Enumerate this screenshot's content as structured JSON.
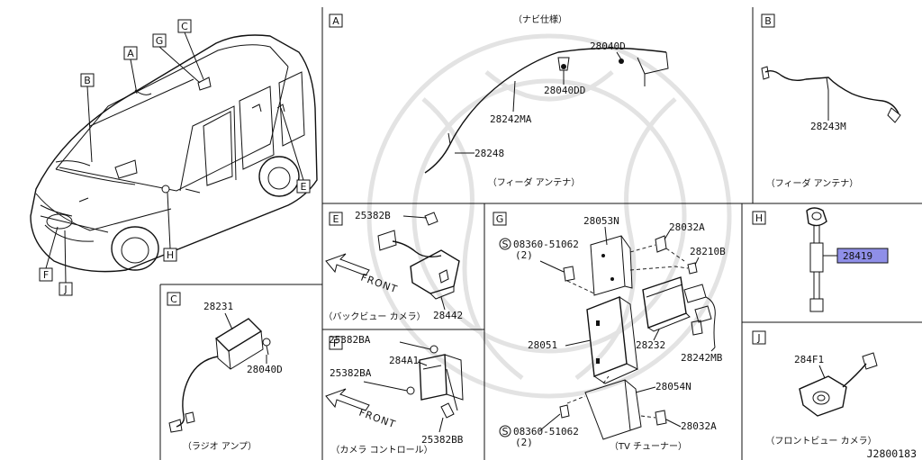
{
  "diagram_id": "J2800183",
  "overview": {
    "callouts": [
      "A",
      "B",
      "C",
      "E",
      "F",
      "G",
      "H",
      "J"
    ]
  },
  "panels": {
    "A": {
      "tag": "A",
      "note": "（ナビ仕様）",
      "caption": "（フィーダ アンテナ）",
      "parts": [
        "28040D",
        "28040DD",
        "28242MA",
        "28248"
      ]
    },
    "B": {
      "tag": "B",
      "caption": "（フィーダ アンテナ）",
      "parts": [
        "28243M"
      ]
    },
    "C": {
      "tag": "C",
      "caption": "（ラジオ アンプ）",
      "parts": [
        "28231",
        "28040D"
      ]
    },
    "E": {
      "tag": "E",
      "caption": "（バックビュー カメラ）",
      "front_label": "FRONT",
      "parts": [
        "25382B",
        "28442"
      ]
    },
    "F": {
      "tag": "F",
      "caption": "（カメラ コントロール）",
      "front_label": "FRONT",
      "parts": [
        "25382BA",
        "284A1",
        "25382BA",
        "25382BB"
      ]
    },
    "G": {
      "tag": "G",
      "caption": "（TV チューナー）",
      "parts": [
        "28053N",
        "28032A",
        "08360-51062",
        "(2)",
        "28210B",
        "28051",
        "28232",
        "28242MB",
        "28054N",
        "08360-51062",
        "(2)",
        "28032A"
      ],
      "circle_s": "S"
    },
    "H": {
      "tag": "H",
      "parts": [
        "28419"
      ],
      "highlight_part": "28419",
      "highlight_color": "#8f8fe8"
    },
    "J": {
      "tag": "J",
      "caption": "（フロントビュー カメラ）",
      "parts": [
        "284F1"
      ]
    }
  }
}
